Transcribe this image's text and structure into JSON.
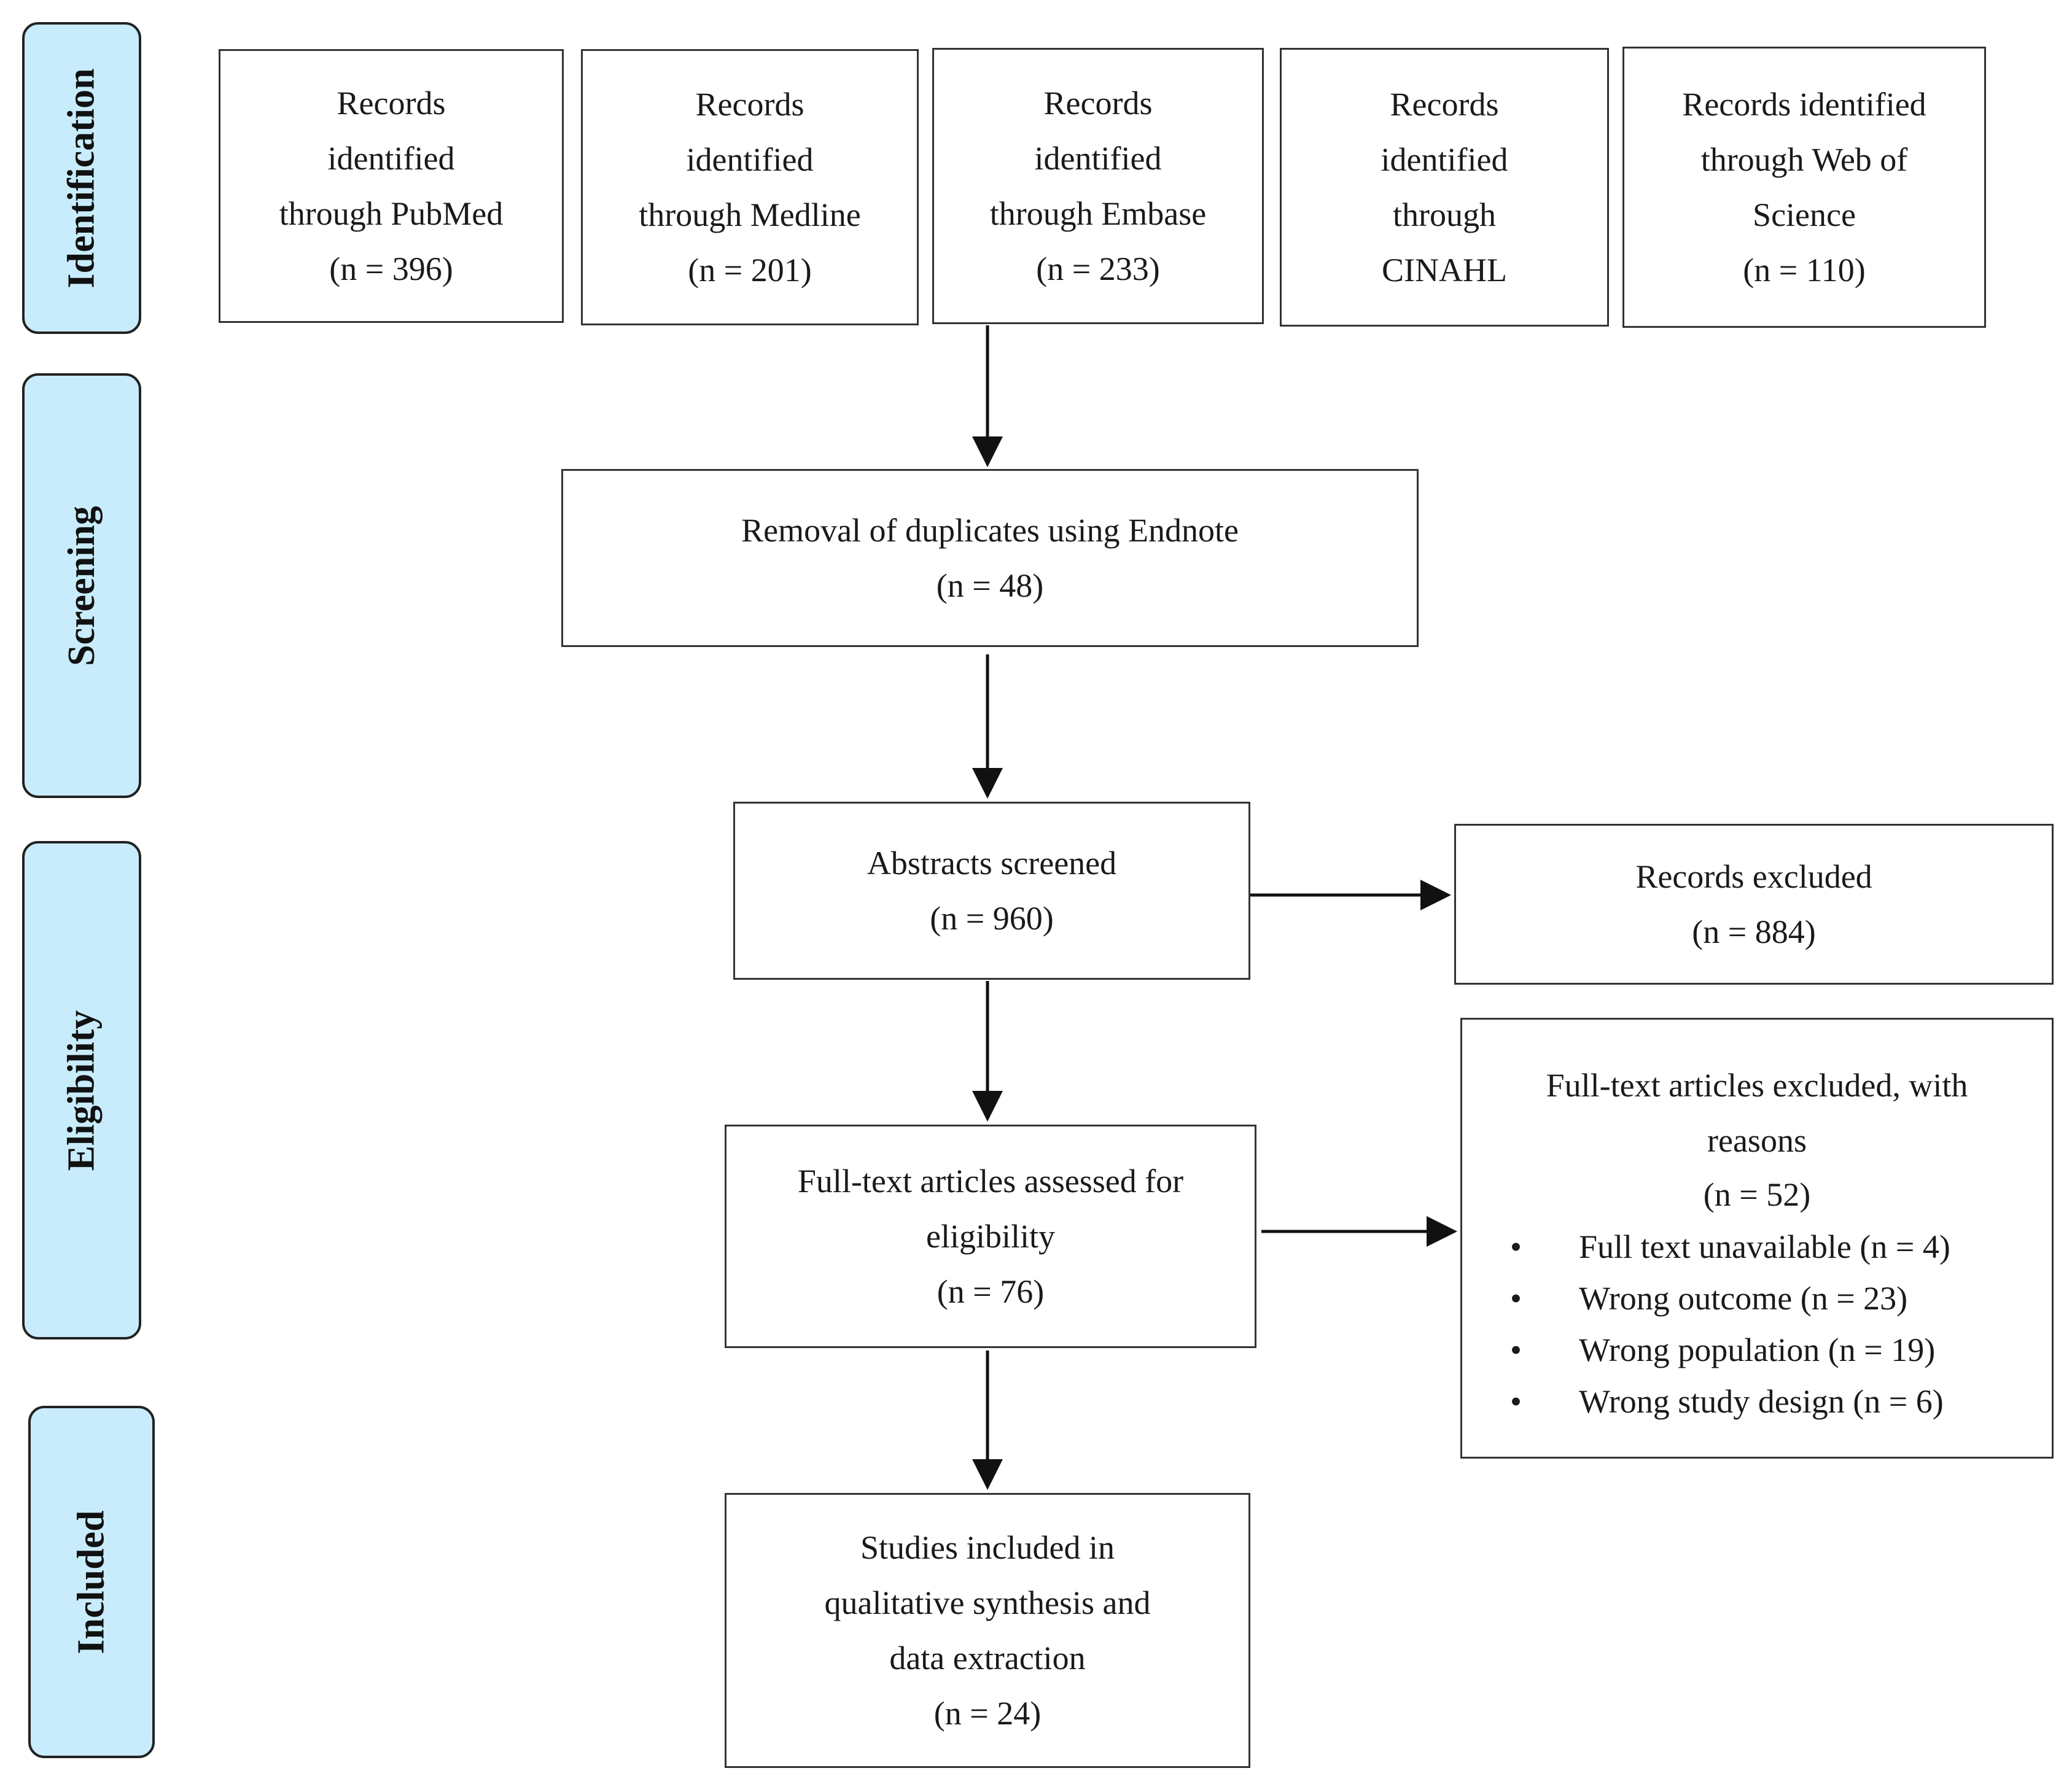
{
  "phases": [
    {
      "id": "identification",
      "label": "Identification"
    },
    {
      "id": "screening",
      "label": "Screening"
    },
    {
      "id": "eligibility",
      "label": "Eligibility"
    },
    {
      "id": "included",
      "label": "Included"
    }
  ],
  "sources": [
    {
      "lines": [
        "Records",
        "identified",
        "through PubMed"
      ],
      "count": "(n = 396)"
    },
    {
      "lines": [
        "Records",
        "identified",
        "through Medline"
      ],
      "count": "(n = 201)"
    },
    {
      "lines": [
        "Records",
        "identified",
        "through Embase"
      ],
      "count": "(n = 233)"
    },
    {
      "lines": [
        "Records",
        "identified",
        "through",
        "CINAHL"
      ],
      "count": ""
    },
    {
      "lines": [
        "Records identified",
        "through Web of",
        "Science"
      ],
      "count": "(n = 110)"
    }
  ],
  "duplicates": {
    "lines": [
      "Removal of duplicates using Endnote"
    ],
    "count": "(n = 48)"
  },
  "abstracts": {
    "lines": [
      "Abstracts screened"
    ],
    "count": "(n = 960)"
  },
  "excluded": {
    "lines": [
      "Records excluded"
    ],
    "count": "(n = 884)"
  },
  "fulltext": {
    "lines": [
      "Full-text articles assessed for",
      "eligibility"
    ],
    "count": "(n = 76)"
  },
  "fulltext_excluded": {
    "lines": [
      "Full-text articles excluded, with",
      "reasons"
    ],
    "count": "(n = 52)",
    "reasons": [
      "Full text unavailable (n = 4)",
      "Wrong outcome (n = 23)",
      "Wrong population (n = 19)",
      "Wrong study design (n = 6)"
    ]
  },
  "included": {
    "lines": [
      "Studies included in",
      "qualitative synthesis and",
      "data extraction"
    ],
    "count": "(n = 24)"
  }
}
